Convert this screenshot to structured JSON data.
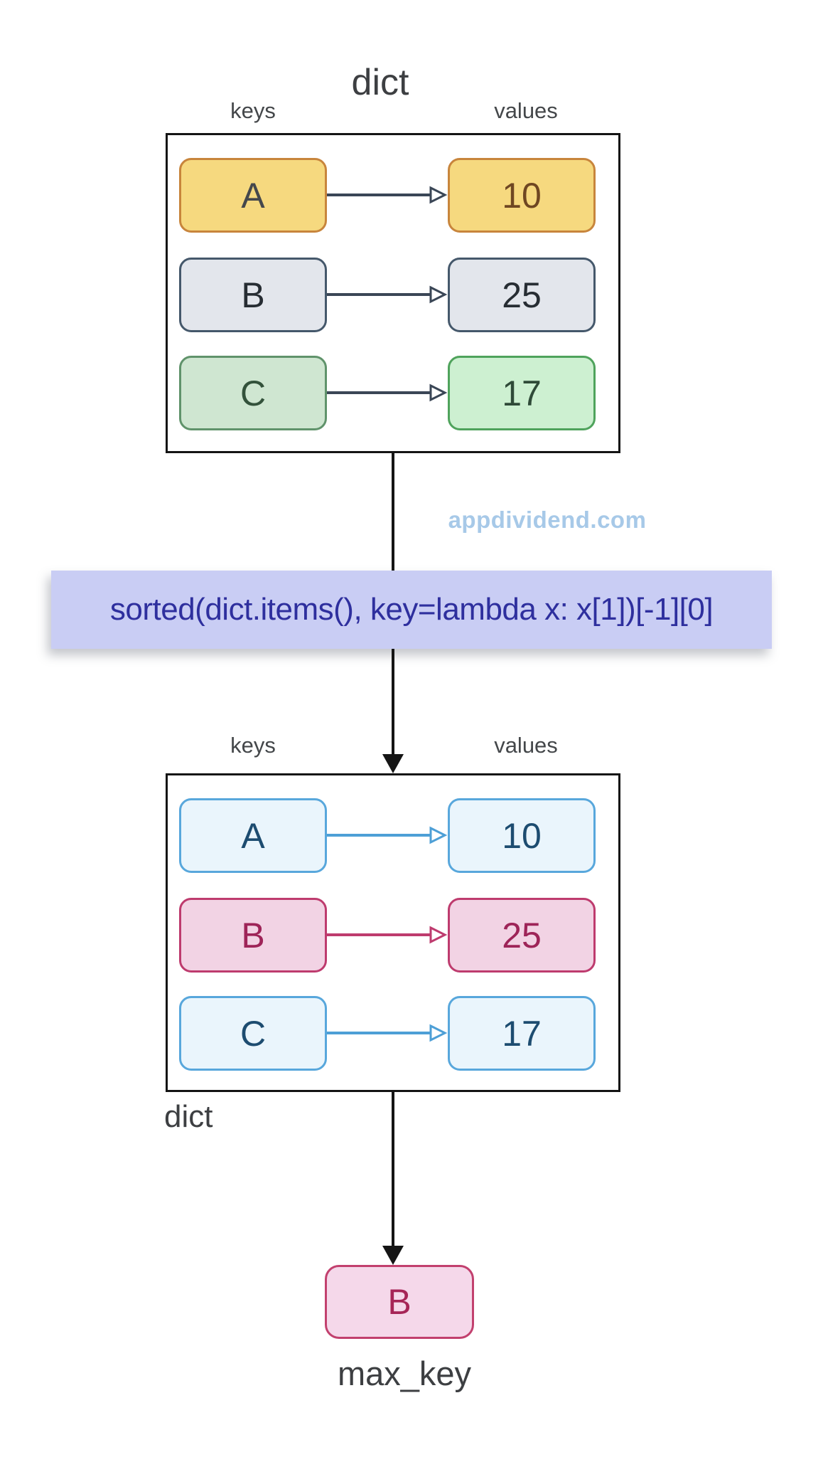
{
  "top_dict": {
    "title": "dict",
    "keys_label": "keys",
    "values_label": "values",
    "rows": [
      {
        "key": "A",
        "value": "10",
        "theme": "yellow",
        "highlighted": false
      },
      {
        "key": "B",
        "value": "25",
        "theme": "gray",
        "highlighted": false
      },
      {
        "key": "C",
        "value": "17",
        "theme": "green",
        "highlighted": false
      }
    ]
  },
  "watermark": "appdividend.com",
  "code": "sorted(dict.items(), key=lambda x: x[1])[-1][0]",
  "sorted_dict": {
    "label": "dict",
    "keys_label": "keys",
    "values_label": "values",
    "rows": [
      {
        "key": "A",
        "value": "10",
        "theme": "blue",
        "highlighted": false
      },
      {
        "key": "B",
        "value": "25",
        "theme": "pink",
        "highlighted": true
      },
      {
        "key": "C",
        "value": "17",
        "theme": "blue",
        "highlighted": false
      }
    ]
  },
  "result": {
    "value": "B",
    "label": "max_key",
    "theme": "pink"
  },
  "colors": {
    "yellow_fill": "#F6D97F",
    "yellow_border": "#C8853C",
    "yellow_value_text": "#6F4722",
    "gray_fill": "#E3E6EC",
    "gray_border": "#45586B",
    "green_key_fill": "#CFE6D1",
    "green_value_fill": "#CDF0D1",
    "green_border": "#4FA35C",
    "blue_fill": "#EAF5FC",
    "blue_border": "#58A7DC",
    "blue_text": "#1D4C70",
    "pink_fill": "#F2D3E4",
    "pink_border": "#BE3B6E",
    "pink_text": "#9E2458",
    "code_bg": "#C9CDF4",
    "code_text": "#2E2F9E",
    "watermark_text": "#A7C9E8",
    "arrow_dark": "#3A4656",
    "flow_line": "#151515"
  }
}
